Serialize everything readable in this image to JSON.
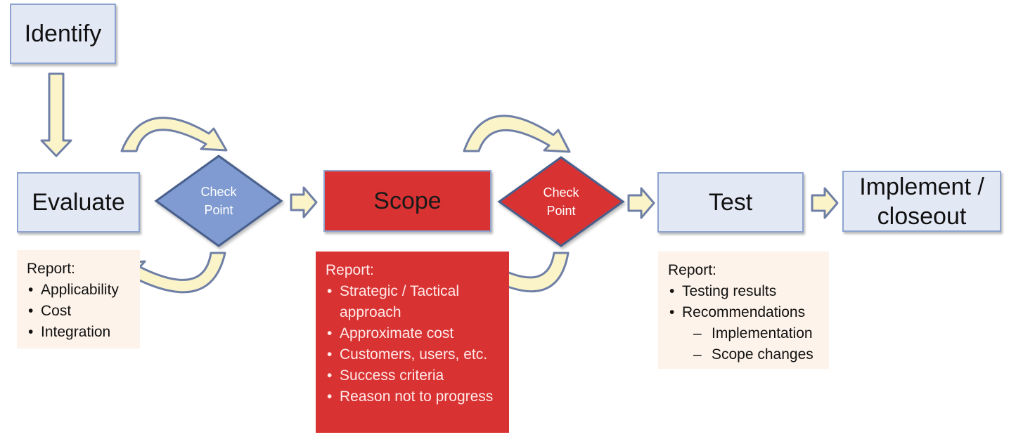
{
  "nodes": {
    "identify": "Identify",
    "evaluate": "Evaluate",
    "scope": "Scope",
    "test": "Test",
    "implement_line1": "Implement /",
    "implement_line2": "closeout"
  },
  "checkpoints": [
    {
      "line1": "Check",
      "line2": "Point",
      "fill": "#7f9bd1",
      "text_color": "#ffffff"
    },
    {
      "line1": "Check",
      "line2": "Point",
      "fill": "#d93232",
      "text_color": "#ffffff"
    }
  ],
  "reports": {
    "evaluate": {
      "title": "Report:",
      "items": [
        "Applicability",
        "Cost",
        "Integration"
      ]
    },
    "scope": {
      "title": "Report:",
      "items": [
        "Strategic / Tactical approach",
        "Approximate cost",
        "Customers, users, etc.",
        "Success criteria",
        "Reason not to progress"
      ]
    },
    "test": {
      "title": "Report:",
      "items": [
        "Testing results",
        "Recommendations"
      ],
      "subitems": [
        "Implementation",
        "Scope changes"
      ]
    }
  },
  "colors": {
    "box_fill": "#e3e8f5",
    "box_border": "#8ea4cf",
    "scope_red": "#d93232",
    "arrow_fill": "#fbf4c9",
    "arrow_stroke": "#6f7fa6",
    "report_fill": "#fdf3ea"
  }
}
